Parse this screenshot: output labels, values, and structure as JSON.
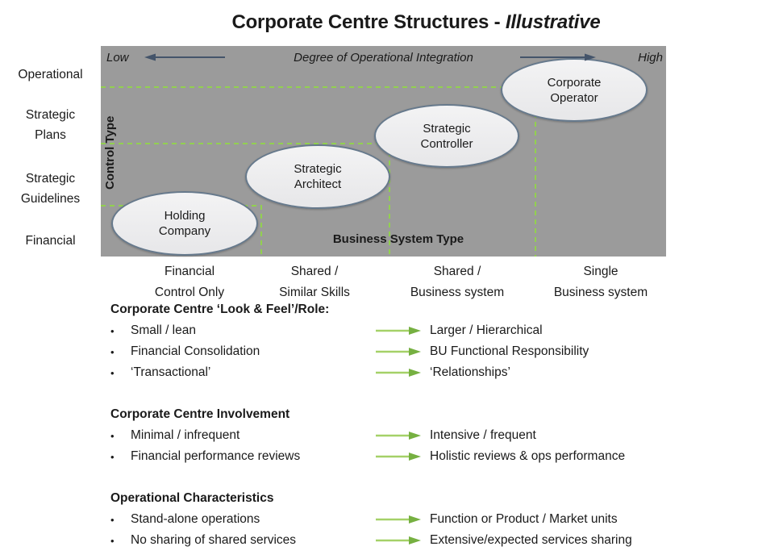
{
  "title": {
    "main": "Corporate Centre Structures - ",
    "emphasis": "Illustrative"
  },
  "matrix": {
    "x_axis_low": "Low",
    "x_axis_title": "Degree of Operational Integration",
    "x_axis_high": "High",
    "y_axis_title": "Control Type",
    "footer_label": "Business System Type",
    "y_labels": [
      [
        "Operational"
      ],
      [
        "Strategic",
        "Plans"
      ],
      [
        "Strategic",
        "Guidelines"
      ],
      [
        "Financial"
      ]
    ],
    "ellipses": [
      [
        "Holding",
        "Company"
      ],
      [
        "Strategic",
        "Architect"
      ],
      [
        "Strategic",
        "Controller"
      ],
      [
        "Corporate",
        "Operator"
      ]
    ],
    "x_labels": [
      [
        "Financial",
        "Control Only"
      ],
      [
        "Shared /",
        "Similar Skills"
      ],
      [
        "Shared /",
        "Business system"
      ],
      [
        "Single",
        "Business system"
      ]
    ]
  },
  "sections": [
    {
      "heading": "Corporate Centre ‘Look & Feel’/Role:",
      "rows": [
        {
          "left": "Small / lean",
          "right": "Larger / Hierarchical"
        },
        {
          "left": "Financial Consolidation",
          "right": "BU Functional Responsibility"
        },
        {
          "left": "‘Transactional’",
          "right": "‘Relationships’"
        }
      ]
    },
    {
      "heading": "Corporate Centre Involvement",
      "rows": [
        {
          "left": "Minimal / infrequent",
          "right": "Intensive / frequent"
        },
        {
          "left": "Financial performance reviews",
          "right": "Holistic reviews & ops performance"
        }
      ]
    },
    {
      "heading": "Operational Characteristics",
      "rows": [
        {
          "left": "Stand-alone operations",
          "right": "Function or Product / Market units"
        },
        {
          "left": "No sharing of shared services",
          "right": "Extensive/expected services sharing"
        }
      ]
    }
  ],
  "ui": {
    "bullet": "•"
  },
  "colors": {
    "matrix_bg": "#9b9b9b",
    "ellipse_fill": "#ededed",
    "ellipse_border": "#66798c",
    "dashed_line": "#92d050",
    "axis_arrow": "#44546a",
    "green_arrow_shaft": "#a5d168",
    "green_arrow_head": "#76b041",
    "text": "#1a1a1a"
  }
}
